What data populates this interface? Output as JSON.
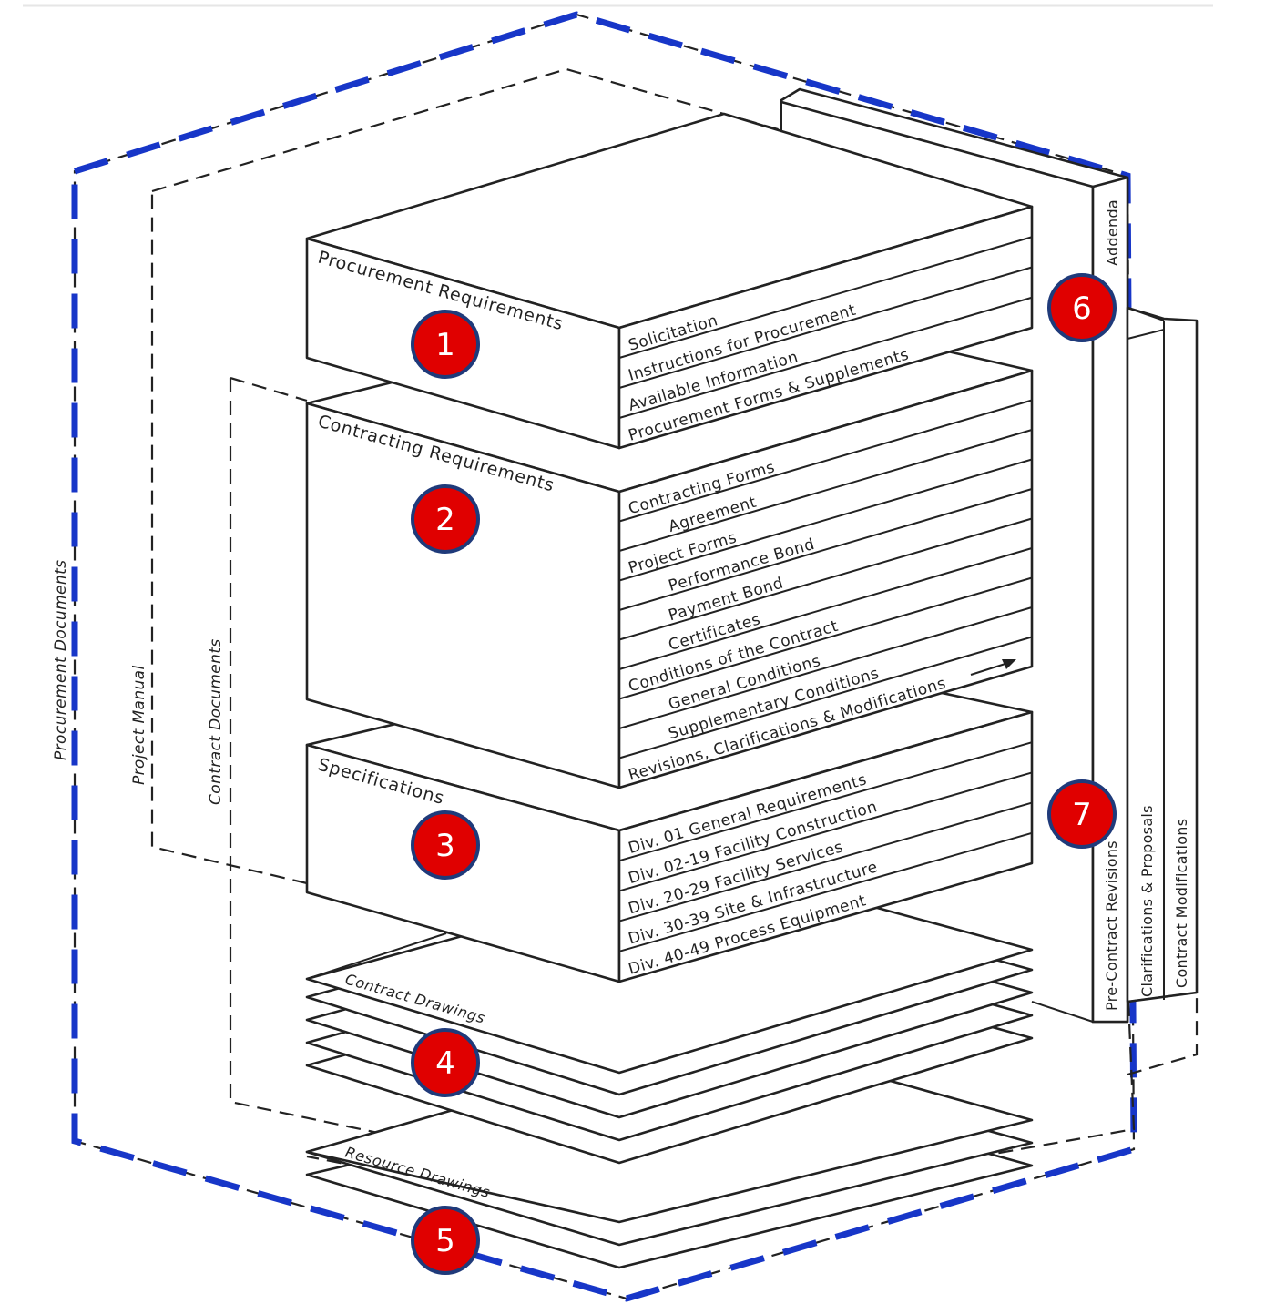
{
  "boundaries": {
    "procurement_documents": "Procurement Documents",
    "project_manual": "Project Manual",
    "contract_documents": "Contract Documents"
  },
  "procurement": {
    "title": "Procurement Requirements",
    "rows": [
      "Solicitation",
      "Instructions for Procurement",
      "Available Information",
      "Procurement Forms & Supplements"
    ]
  },
  "contracting": {
    "title": "Contracting Requirements",
    "rows": [
      "Contracting Forms",
      "Agreement",
      "Project Forms",
      "Performance Bond",
      "Payment Bond",
      "Certificates",
      "Conditions of the Contract",
      "General Conditions",
      "Supplementary Conditions",
      "Revisions, Clarifications & Modifications"
    ]
  },
  "specifications": {
    "title": "Specifications",
    "rows": [
      "Div. 01 General Requirements",
      "Div. 02-19 Facility Construction",
      "Div. 20-29 Facility Services",
      "Div. 30-39 Site & Infrastructure",
      "Div. 40-49 Process Equipment"
    ]
  },
  "drawings": {
    "contract": "Contract Drawings",
    "resource": "Resource Drawings"
  },
  "vertical_panels": {
    "addenda": "Addenda",
    "pre_contract_revisions": "Pre-Contract Revisions",
    "clarifications_proposals": "Clarifications & Proposals",
    "contract_modifications": "Contract Modifications"
  },
  "badges": [
    "1",
    "2",
    "3",
    "4",
    "5",
    "6",
    "7"
  ],
  "colors": {
    "badge_fill": "#e00000",
    "badge_ring": "#1f3a7a",
    "boundary_highlight": "#1736c8",
    "line": "#222222"
  }
}
